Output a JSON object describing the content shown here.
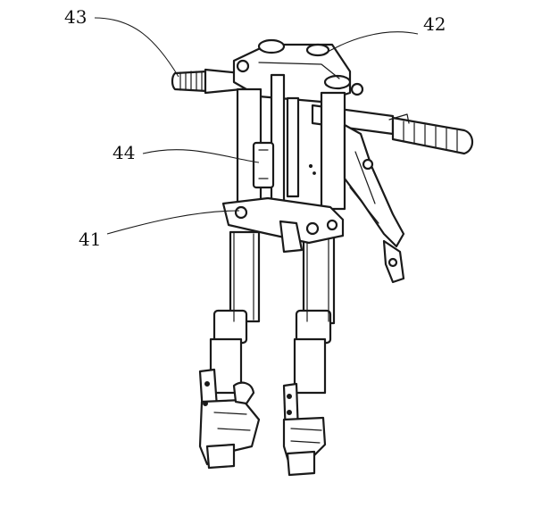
{
  "figure": {
    "labels": {
      "grip": "43",
      "top_clamp": "42",
      "damper": "44",
      "bottom_clamp": "41"
    }
  }
}
